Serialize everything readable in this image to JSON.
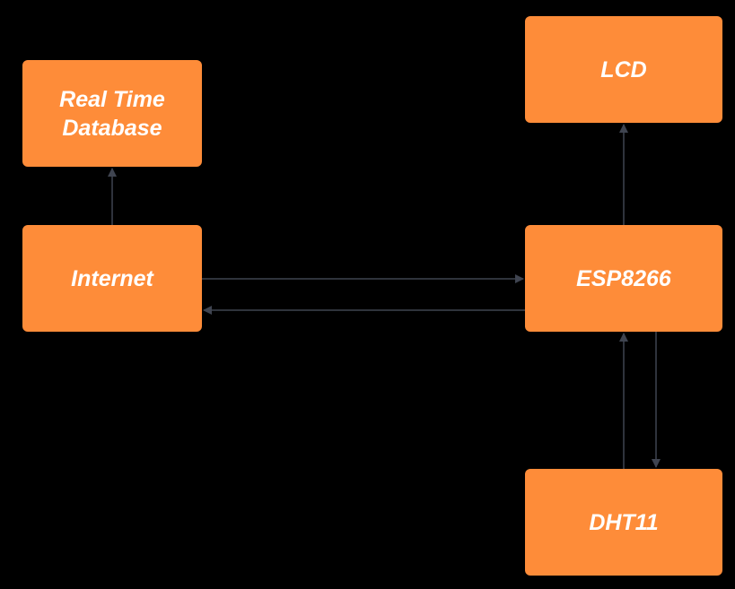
{
  "colors": {
    "background": "#000000",
    "node_fill": "#fe8c39",
    "node_text": "#ffffff",
    "connector": "#3f4450"
  },
  "nodes": {
    "realtime_db": {
      "label": "Real Time\nDatabase"
    },
    "internet": {
      "label": "Internet"
    },
    "lcd": {
      "label": "LCD"
    },
    "esp8266": {
      "label": "ESP8266"
    },
    "dht11": {
      "label": "DHT11"
    }
  },
  "edges": [
    {
      "from": "internet",
      "to": "realtime_db"
    },
    {
      "from": "internet",
      "to": "esp8266"
    },
    {
      "from": "esp8266",
      "to": "internet"
    },
    {
      "from": "esp8266",
      "to": "lcd"
    },
    {
      "from": "dht11",
      "to": "esp8266"
    },
    {
      "from": "esp8266",
      "to": "dht11"
    }
  ]
}
